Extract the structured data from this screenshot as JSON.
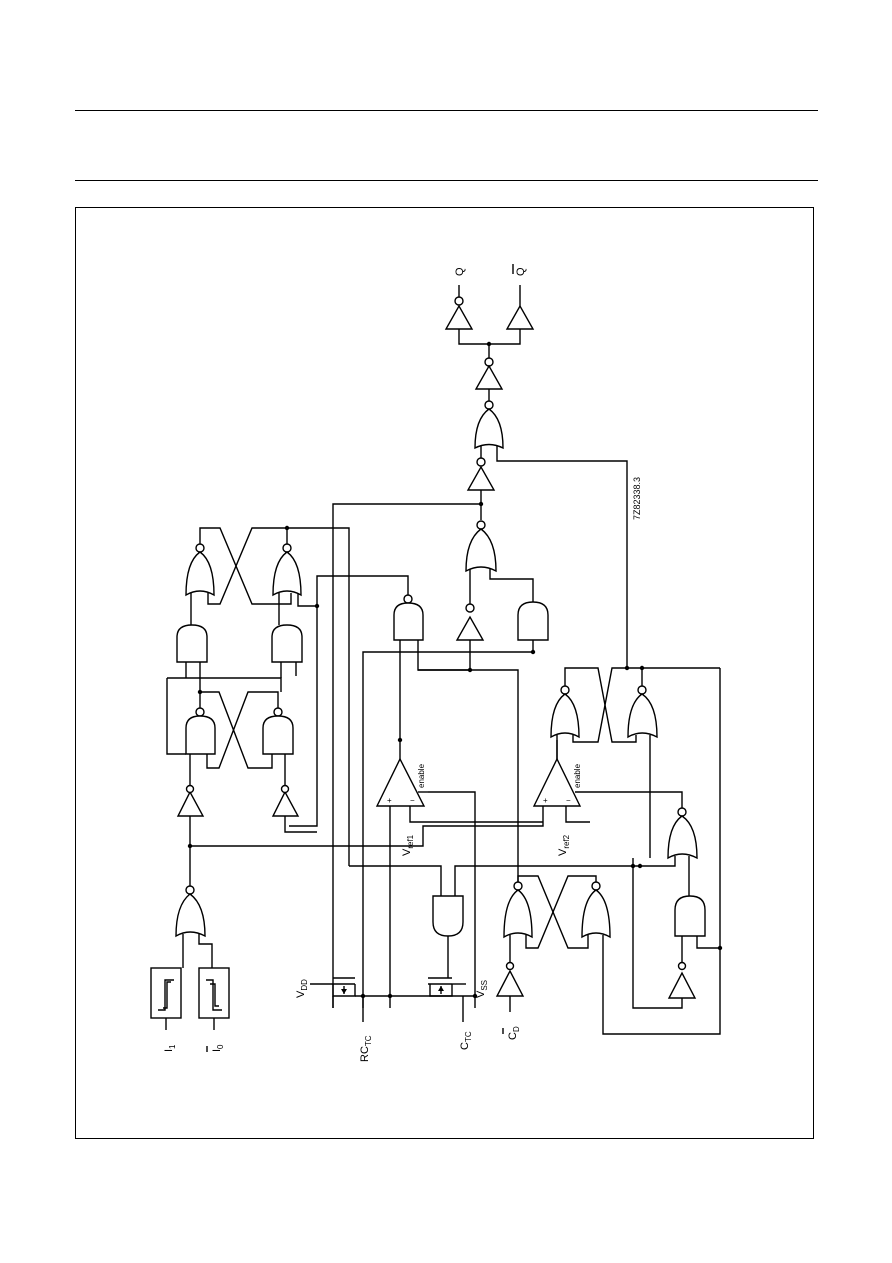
{
  "labels": {
    "pin_i1": "I",
    "pin_i1_sub": "1",
    "pin_i0": "I",
    "pin_i0_sub": "0",
    "pin_rctc": "RC",
    "pin_rctc_sub": "TC",
    "pin_ctc": "C",
    "pin_ctc_sub": "TC",
    "pin_cd": "C",
    "pin_cd_sub": "D",
    "pin_vdd": "V",
    "pin_vdd_sub": "DD",
    "pin_vss": "V",
    "pin_vss_sub": "SS",
    "vref1": "V",
    "vref1_sub": "ref1",
    "vref2": "V",
    "vref2_sub": "ref2",
    "enable1": "enable",
    "enable2": "enable",
    "out_q": "Q",
    "out_qbar": "Q",
    "plus": "+",
    "minus": "−",
    "figure_code": "7Z82338.3"
  }
}
